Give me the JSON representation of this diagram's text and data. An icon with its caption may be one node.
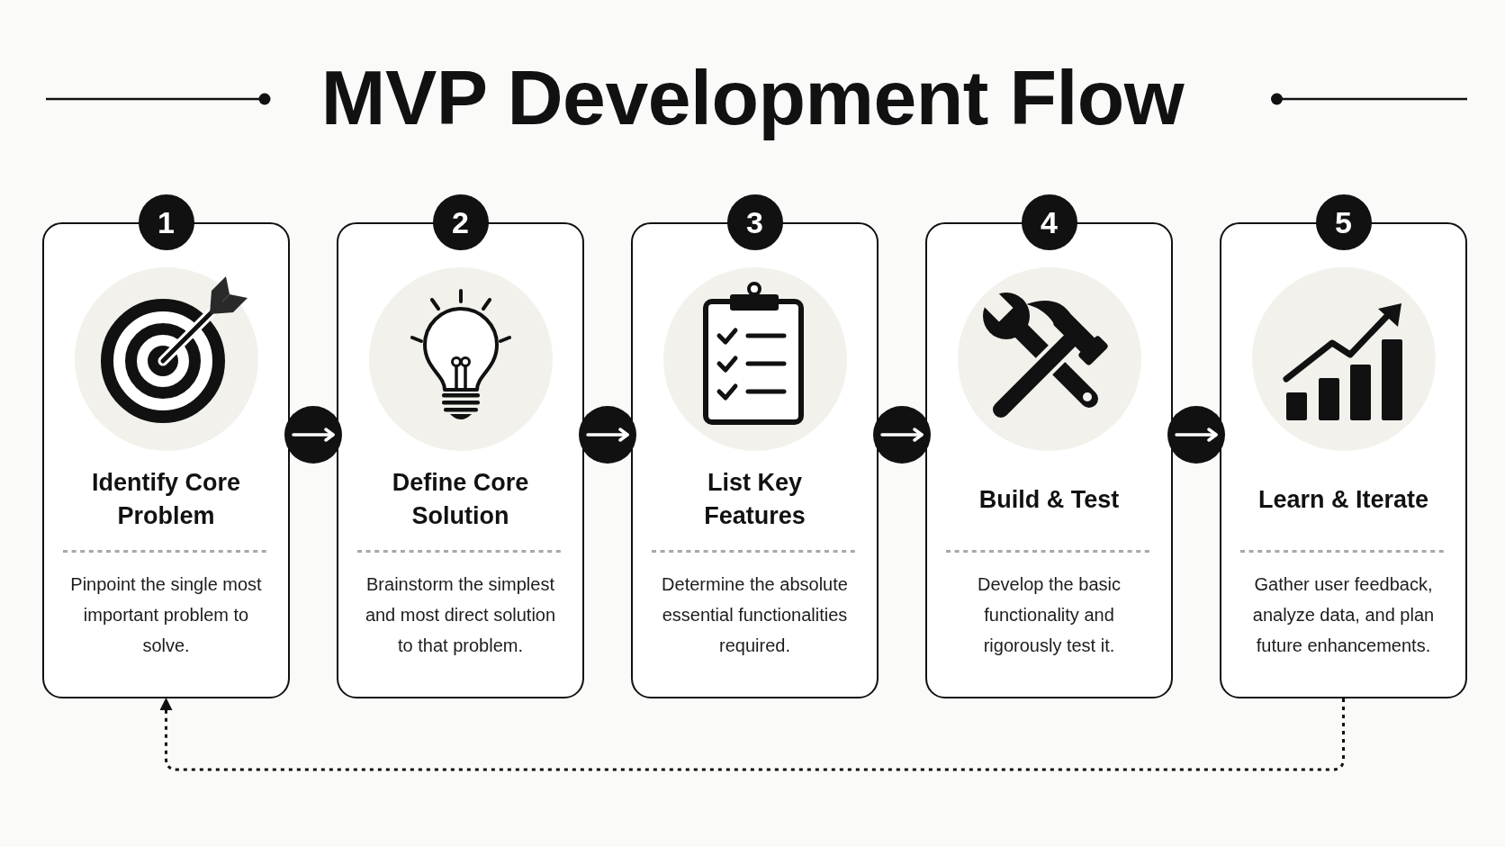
{
  "diagram": {
    "title": "MVP Development Flow",
    "nodes": [
      {
        "text": [
          "1"
        ]
      },
      {
        "text": [
          "Identify Core Problem",
          "Pinpoint the single most important problem to solve."
        ]
      },
      {
        "text": [
          "2"
        ]
      },
      {
        "text": [
          "Define Core Solution",
          "Brainstorm the simplest and most direct solution to that problem."
        ]
      },
      {
        "text": [
          "3"
        ]
      },
      {
        "text": [
          "List Key Features",
          "Determine the absolute essential functionalities required."
        ]
      },
      {
        "text": [
          "4"
        ]
      },
      {
        "text": [
          "Build & Test",
          "Develop the basic functionality and rigorously test it."
        ]
      },
      {
        "text": [
          "5"
        ]
      },
      {
        "text": [
          "Learn & Iterate",
          "Gather user feedback, analyze data, and plan future enhancements."
        ]
      }
    ],
    "edges": [
      {
        "from": 1,
        "to": 3,
        "arrow": "to"
      },
      {
        "from": 3,
        "to": 5,
        "arrow": "to"
      },
      {
        "from": 5,
        "to": 7,
        "arrow": "to"
      },
      {
        "from": 7,
        "to": 9,
        "arrow": "to"
      },
      {
        "from": 9,
        "to": 1,
        "arrow": "to",
        "style": "dashed",
        "color": "#111111"
      }
    ]
  }
}
